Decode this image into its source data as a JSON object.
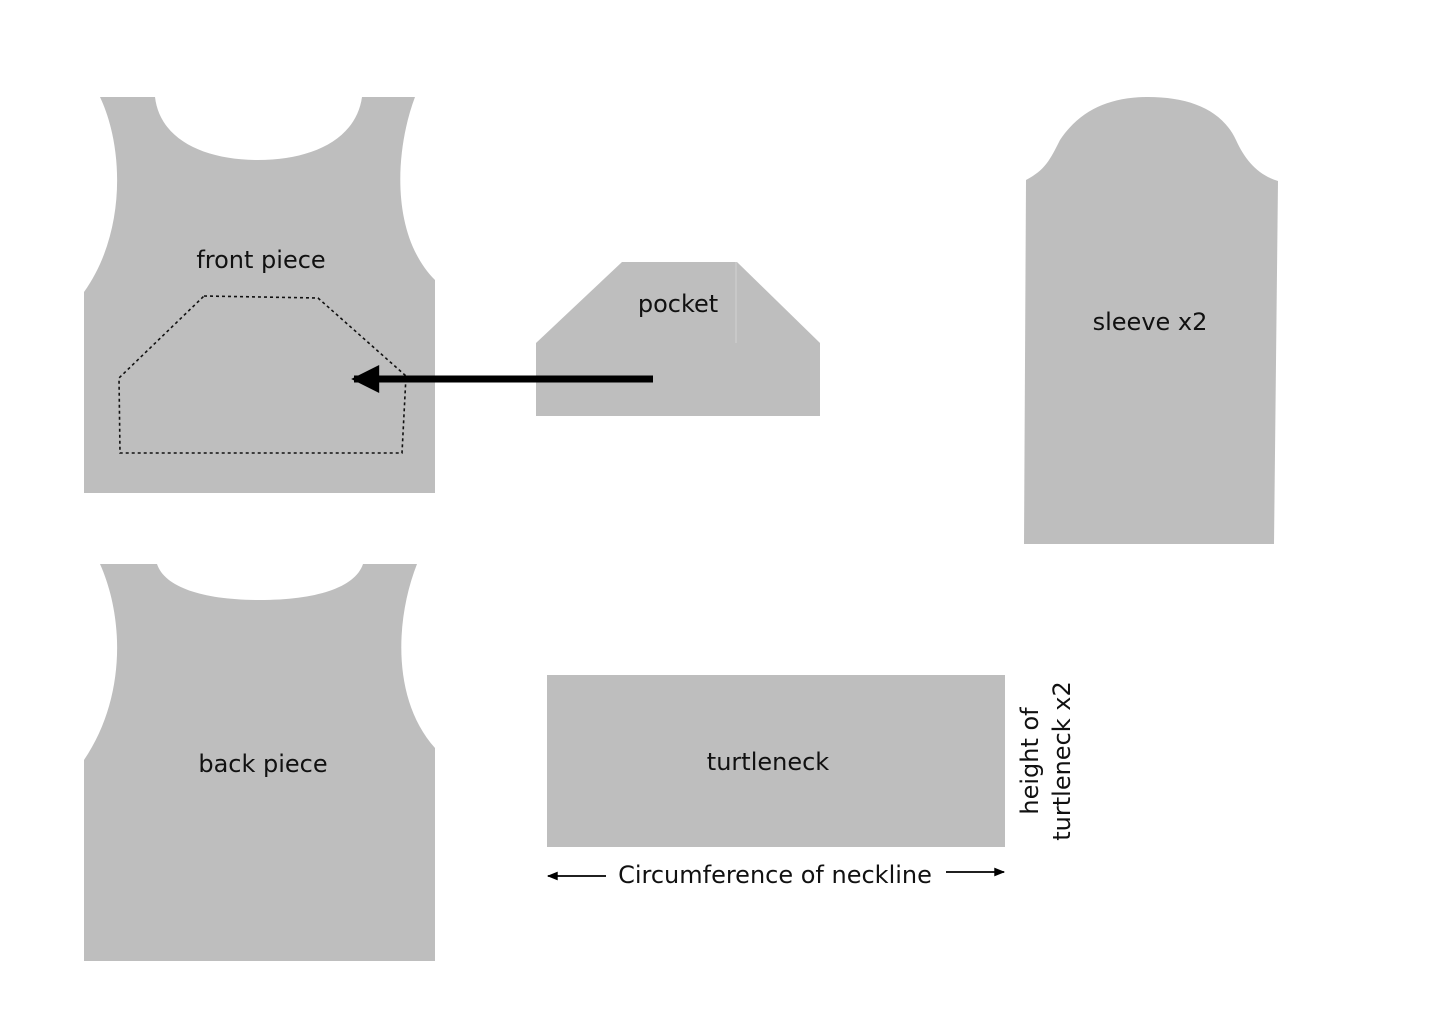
{
  "pieces": {
    "front": {
      "label": "front piece"
    },
    "back": {
      "label": "back piece"
    },
    "pocket": {
      "label": "pocket"
    },
    "sleeve": {
      "label": "sleeve x2"
    },
    "turtleneck": {
      "label": "turtleneck"
    }
  },
  "dimensions": {
    "width_label": "Circumference of neckline",
    "height_label_line1": "height of",
    "height_label_line2": "turtleneck x2"
  },
  "colors": {
    "piece_fill": "#bebebe",
    "ink": "#111111",
    "background": "#ffffff"
  }
}
